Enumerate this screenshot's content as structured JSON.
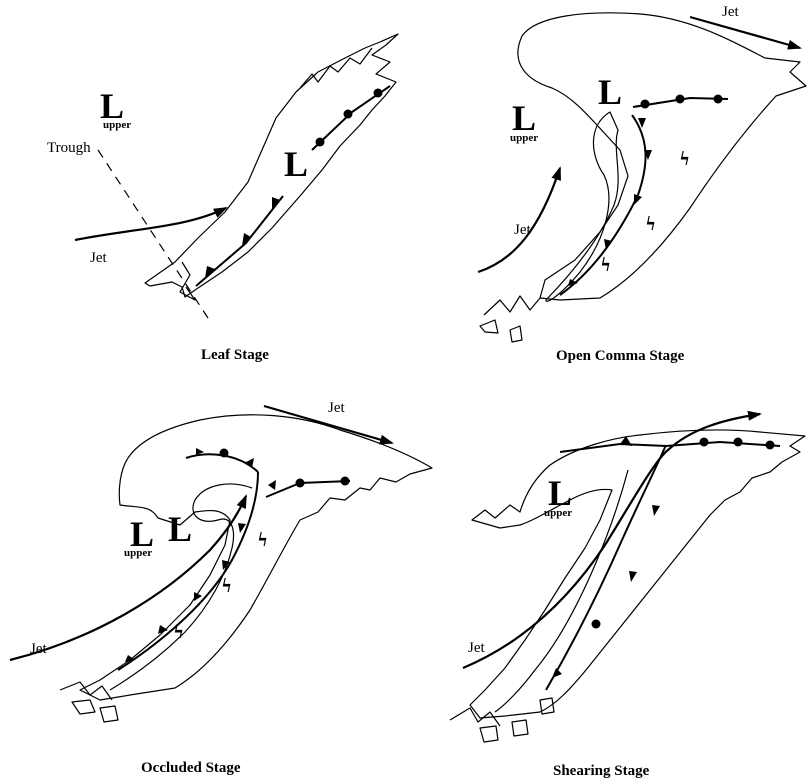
{
  "panels": [
    {
      "caption": "Leaf Stage",
      "labels": {
        "low": "L",
        "upper_low": "L",
        "upper_sub": "upper",
        "trough": "Trough",
        "jet": "Jet"
      }
    },
    {
      "caption": "Open Comma Stage",
      "labels": {
        "low": "L",
        "upper_low": "L",
        "upper_sub": "upper",
        "jet_top": "Jet",
        "jet": "Jet",
        "lightning": "ϟ"
      }
    },
    {
      "caption": "Occluded Stage",
      "labels": {
        "low": "L",
        "upper_low": "L",
        "upper_sub": "upper",
        "jet_top": "Jet",
        "jet": "Jet",
        "lightning": "ϟ"
      }
    },
    {
      "caption": "Shearing Stage",
      "labels": {
        "upper_low": "L",
        "upper_sub": "upper",
        "jet": "Jet"
      }
    }
  ]
}
